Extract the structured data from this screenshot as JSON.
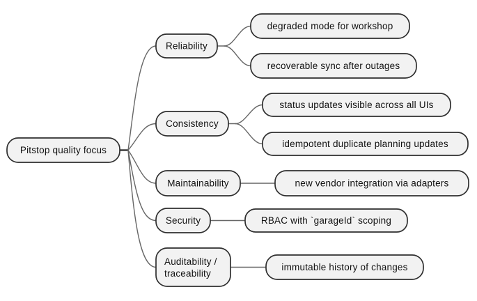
{
  "diagram": {
    "type": "mindmap",
    "root": {
      "label": "Pitstop quality focus"
    },
    "branches": [
      {
        "label": "Reliability",
        "children": [
          "degraded mode for workshop",
          "recoverable sync after outages"
        ]
      },
      {
        "label": "Consistency",
        "children": [
          "status updates visible across all UIs",
          "idempotent duplicate planning updates"
        ]
      },
      {
        "label": "Maintainability",
        "children": [
          "new vendor integration via adapters"
        ]
      },
      {
        "label": "Security",
        "children": [
          "RBAC with `garageId` scoping"
        ]
      },
      {
        "label": "Auditability / traceability",
        "lines": [
          "Auditability /",
          "traceability"
        ],
        "children": [
          "immutable history of changes"
        ]
      }
    ],
    "colors": {
      "background": "#ffffff",
      "node_fill": "#f2f2f2",
      "node_border": "#2f2f2f",
      "edge": "#676767",
      "text": "#111111"
    }
  }
}
